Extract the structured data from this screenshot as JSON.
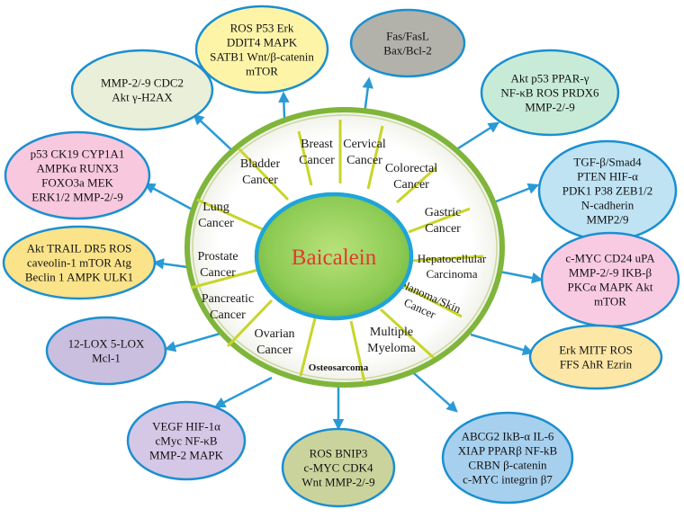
{
  "center": {
    "label": "Baicalein",
    "color": "#e03a2f"
  },
  "sectors": [
    {
      "id": "breast",
      "lines": [
        "Breast",
        "Cancer"
      ]
    },
    {
      "id": "cervical",
      "lines": [
        "Cervical",
        "Cancer"
      ]
    },
    {
      "id": "colorectal",
      "lines": [
        "Colorectal",
        "Cancer"
      ]
    },
    {
      "id": "gastric",
      "lines": [
        "Gastric",
        "Cancer"
      ]
    },
    {
      "id": "hepatocellular",
      "lines": [
        "Hepatocellular",
        "Carcinoma"
      ]
    },
    {
      "id": "melanoma",
      "lines": [
        "Melanoma/Skin",
        "Cancer"
      ]
    },
    {
      "id": "myeloma",
      "lines": [
        "Multiple",
        "Myeloma"
      ]
    },
    {
      "id": "osteosarcoma",
      "lines": [
        "Osteosarcoma"
      ]
    },
    {
      "id": "ovarian",
      "lines": [
        "Ovarian",
        "Cancer"
      ]
    },
    {
      "id": "pancreatic",
      "lines": [
        "Pancreatic",
        "Cancer"
      ]
    },
    {
      "id": "prostate",
      "lines": [
        "Prostate",
        "Cancer"
      ]
    },
    {
      "id": "lung",
      "lines": [
        "Lung",
        "Cancer"
      ]
    },
    {
      "id": "bladder",
      "lines": [
        "Bladder",
        "Cancer"
      ]
    }
  ],
  "bubbles": [
    {
      "id": "breast",
      "lines": [
        "ROS   P53   Erk",
        "DDIT4 MAPK",
        "SATB1 Wnt/β-catenin",
        "mTOR"
      ],
      "fill": "#fdf4a8"
    },
    {
      "id": "cervical",
      "lines": [
        "Fas/FasL",
        "Bax/Bcl-2"
      ],
      "fill": "#b2b2aa"
    },
    {
      "id": "colorectal",
      "lines": [
        "Akt  p53  PPAR-γ",
        "NF-κB  ROS PRDX6",
        "MMP-2/-9"
      ],
      "fill": "#c8ebd8"
    },
    {
      "id": "gastric",
      "lines": [
        "TGF-β/Smad4",
        "PTEN HIF-α",
        "PDK1 P38 ZEB1/2",
        "N-cadherin",
        "MMP2/9"
      ],
      "fill": "#bfe3f3"
    },
    {
      "id": "hepatocellular",
      "lines": [
        "c-MYC CD24 uPA",
        "MMP-2/-9  IKB-β",
        "PKCα  MAPK  Akt",
        "mTOR"
      ],
      "fill": "#f9cbe2"
    },
    {
      "id": "melanoma",
      "lines": [
        "Erk  MITF  ROS",
        "FFS  AhR Ezrin"
      ],
      "fill": "#fde7a6"
    },
    {
      "id": "myeloma",
      "lines": [
        "ABCG2 IkB-α IL-6",
        "XIAP PPARβ NF-kB",
        "CRBN β-catenin",
        "c-MYC integrin β7"
      ],
      "fill": "#a7d0ee"
    },
    {
      "id": "osteosarcoma",
      "lines": [
        "ROS  BNIP3",
        "c-MYC CDK4",
        "Wnt MMP-2/-9"
      ],
      "fill": "#cbd39c"
    },
    {
      "id": "ovarian",
      "lines": [
        "VEGF HIF-1α",
        "cMyc  NF-κB",
        "MMP-2  MAPK"
      ],
      "fill": "#d5c7e6"
    },
    {
      "id": "pancreatic",
      "lines": [
        "12-LOX 5-LOX",
        "Mcl-1"
      ],
      "fill": "#cabfdf"
    },
    {
      "id": "prostate",
      "lines": [
        "Akt TRAIL DR5 ROS",
        "caveolin-1  mTOR Atg",
        "Beclin 1 AMPK  ULK1"
      ],
      "fill": "#fbe38a"
    },
    {
      "id": "lung",
      "lines": [
        "p53 CK19 CYP1A1",
        "AMPKα RUNX3",
        "FOXO3a  MEK",
        "ERK1/2  MMP-2/-9"
      ],
      "fill": "#f8c8df"
    },
    {
      "id": "bladder",
      "lines": [
        "MMP-2/-9   CDC2",
        "Akt   γ-H2AX"
      ],
      "fill": "#e9efd8"
    }
  ],
  "colors": {
    "bubble_stroke": "#1b8fd0",
    "arrow": "#2a9ad6",
    "divider": "#c8d52a",
    "ring_fill": "#fbfbf7",
    "ring_outer": "#8fbe40",
    "center_fill": "#8dcb54",
    "center_stroke": "#1ea4d9"
  }
}
